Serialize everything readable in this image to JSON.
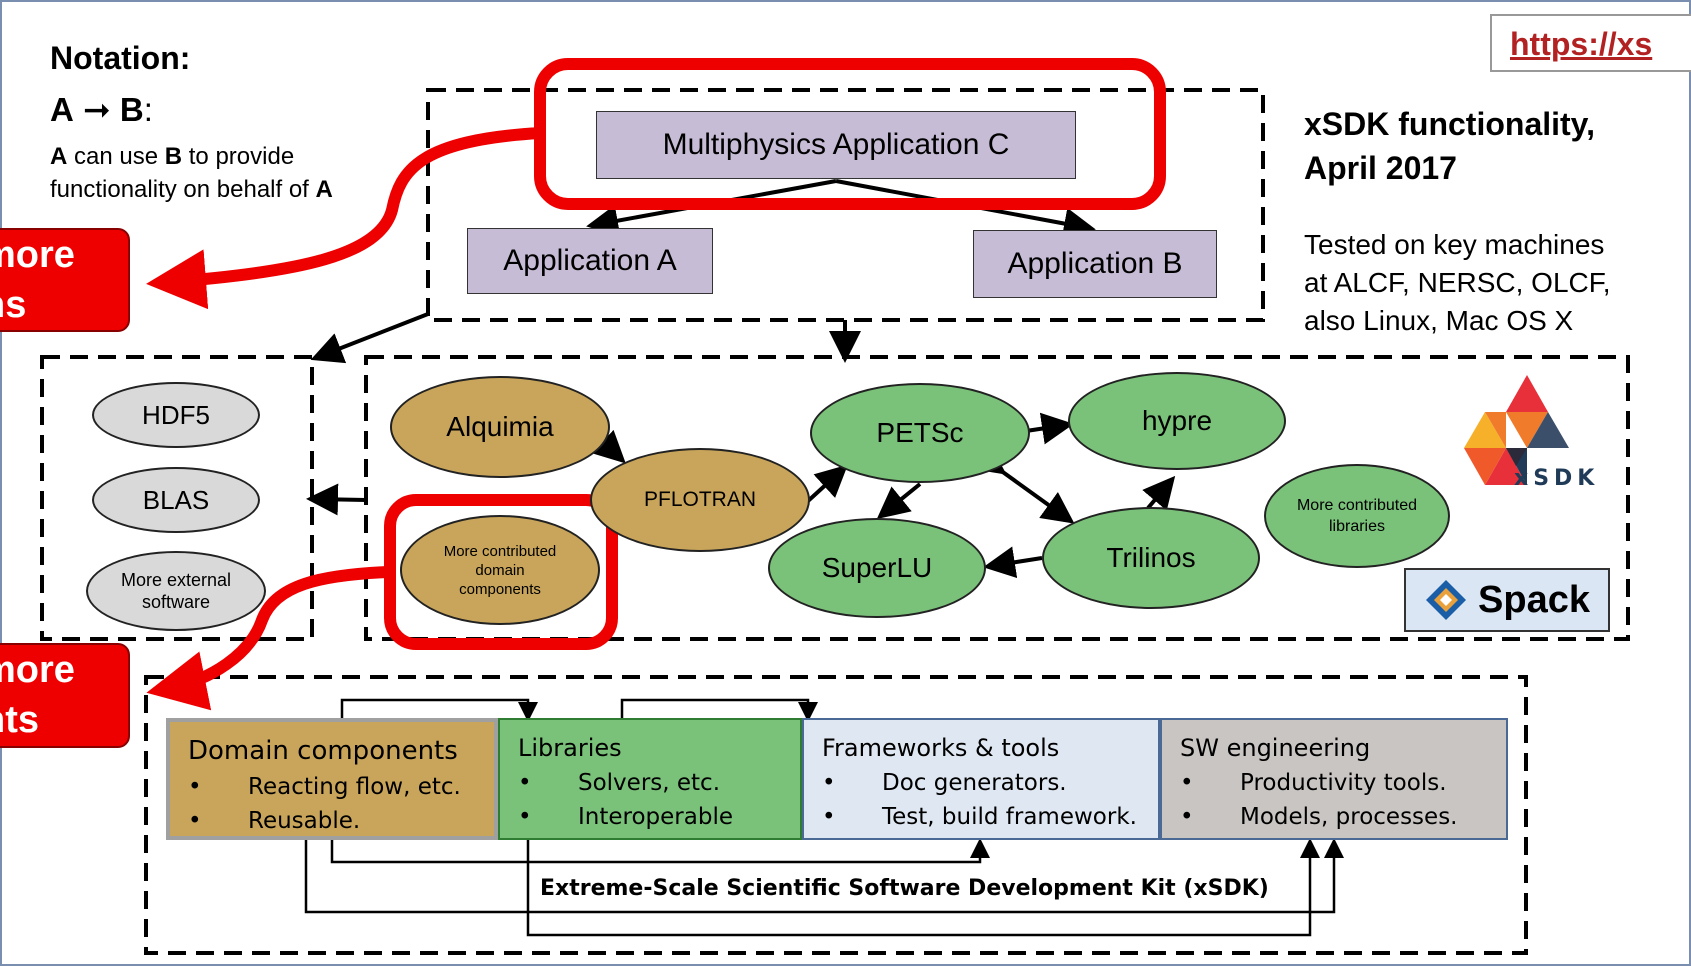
{
  "url": "https://xs",
  "notation": {
    "title": "Notation:",
    "a": "A",
    "b": "B",
    "colon": ":",
    "desc_a": "A",
    "desc_mid": " can use ",
    "desc_b": "B",
    "desc_rest": " to provide functionality on behalf of ",
    "desc_a2": "A"
  },
  "callouts": [
    {
      "line1": "more",
      "line2": "ns"
    },
    {
      "line1": "more",
      "line2": "nts"
    }
  ],
  "functionality": {
    "title_line1": "xSDK functionality,",
    "title_line2": "April 2017",
    "desc_line1": "Tested on key machines",
    "desc_line2": "at ALCF, NERSC, OLCF,",
    "desc_line3": "also Linux, Mac OS X"
  },
  "applications": {
    "c": "Multiphysics Application C",
    "a": "Application A",
    "b": "Application B"
  },
  "external": {
    "hdf5": "HDF5",
    "blas": "BLAS",
    "more": "More external software"
  },
  "packages": {
    "alquimia": "Alquimia",
    "pflotran": "PFLOTRAN",
    "more_domain": "More contributed domain components",
    "petsc": "PETSc",
    "hypre": "hypre",
    "superlu": "SuperLU",
    "trilinos": "Trilinos",
    "more_libs": "More contributed libraries"
  },
  "logo": {
    "xsdk": "xSDK",
    "spack": "Spack"
  },
  "categories": [
    {
      "title": "Domain components",
      "items": [
        "Reacting flow, etc.",
        "Reusable."
      ],
      "color": "#c8a55a"
    },
    {
      "title": "Libraries",
      "items": [
        "Solvers, etc.",
        "Interoperable"
      ],
      "color": "#7ac17a"
    },
    {
      "title": "Frameworks & tools",
      "items": [
        "Doc generators.",
        "Test, build framework."
      ],
      "color": "#dfe8f2"
    },
    {
      "title": "SW engineering",
      "items": [
        "Productivity tools.",
        "Models, processes."
      ],
      "color": "#c9c5c3"
    }
  ],
  "bullet": "•",
  "kit_label": "Extreme-Scale Scientific Software Development Kit (xSDK)"
}
